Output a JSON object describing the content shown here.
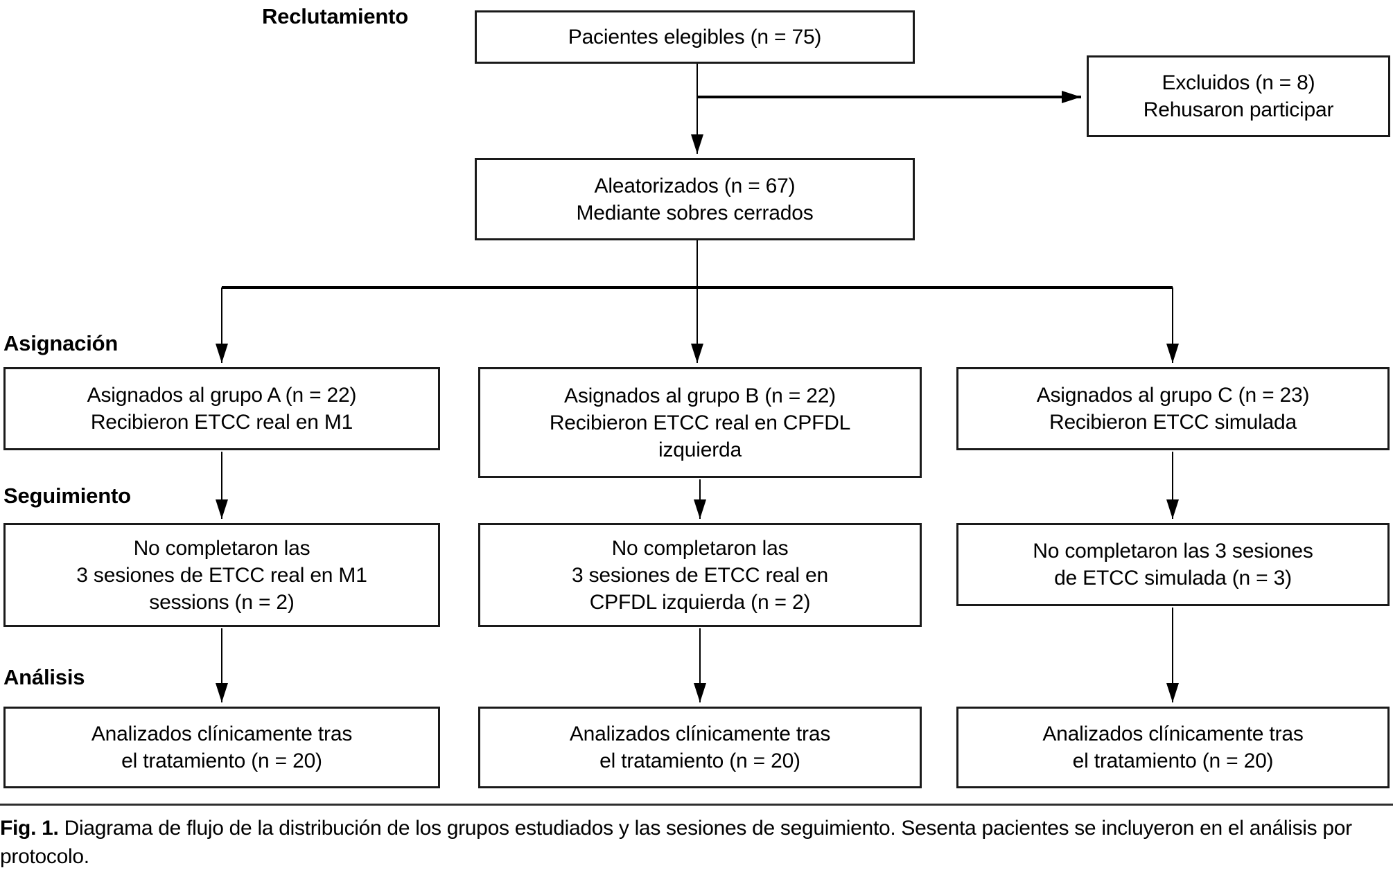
{
  "stage_labels": {
    "recruitment": "Reclutamiento",
    "allocation": "Asignación",
    "followup": "Seguimiento",
    "analysis": "Análisis"
  },
  "flow": {
    "eligible": "Pacientes elegibles (n = 75)",
    "excluded": "Excluidos (n = 8)\nRehusaron participar",
    "randomized": "Aleatorizados (n = 67)\nMediante sobres cerrados",
    "group_a": {
      "assigned": "Asignados al grupo A (n = 22)\nRecibieron ETCC real en M1",
      "followup": "No completaron las\n3 sesiones de ETCC real en M1\nsessions (n = 2)",
      "analyzed": "Analizados clínicamente tras\nel tratamiento (n = 20)"
    },
    "group_b": {
      "assigned": "Asignados al grupo B (n = 22)\nRecibieron ETCC real en CPFDL\nizquierda",
      "followup": "No completaron las\n3 sesiones de ETCC real en\nCPFDL izquierda (n = 2)",
      "analyzed": "Analizados clínicamente tras\nel tratamiento (n = 20)"
    },
    "group_c": {
      "assigned": "Asignados al grupo C (n = 23)\nRecibieron ETCC simulada",
      "followup": "No completaron las 3 sesiones\nde ETCC simulada (n = 3)",
      "analyzed": "Analizados clínicamente tras\nel tratamiento (n = 20)"
    }
  },
  "caption": {
    "fig_label": "Fig. 1.",
    "text": " Diagrama de flujo de la distribución de los grupos estudiados y las sesiones de seguimiento. Sesenta pacientes se incluyeron en el análisis por protocolo."
  },
  "colors": {
    "line": "#000000",
    "border": "#1a1a1a",
    "text": "#000000",
    "background": "#ffffff"
  }
}
